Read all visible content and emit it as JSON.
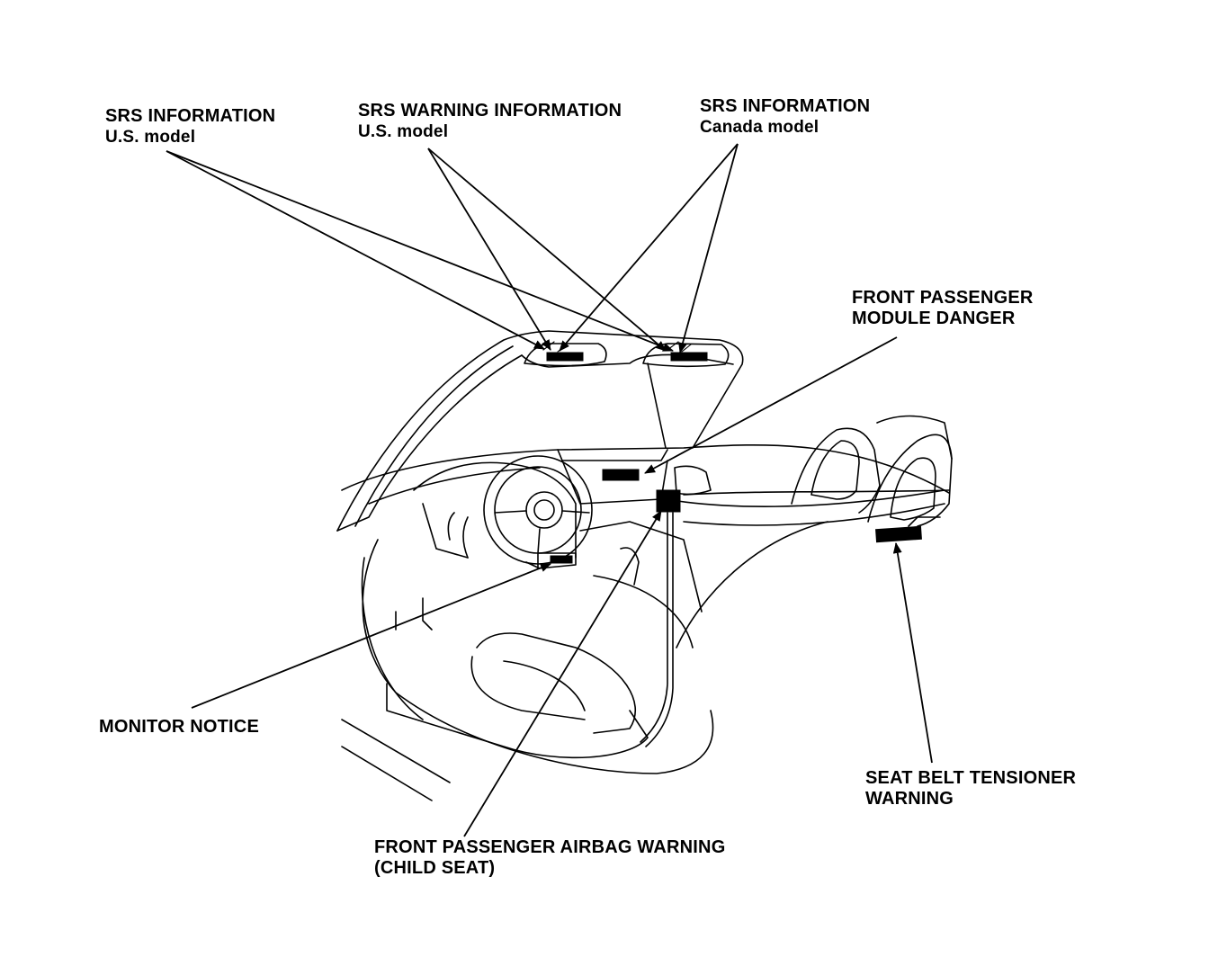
{
  "labels": {
    "srs_info_us": {
      "line1": "SRS INFORMATION",
      "line2": "U.S. model"
    },
    "srs_warning_us": {
      "line1": "SRS WARNING INFORMATION",
      "line2": "U.S. model"
    },
    "srs_info_canada": {
      "line1": "SRS INFORMATION",
      "line2": "Canada model"
    },
    "front_passenger_module": {
      "line1": "FRONT PASSENGER",
      "line2": "MODULE DANGER"
    },
    "monitor_notice": {
      "line1": "MONITOR NOTICE"
    },
    "seat_belt_tensioner": {
      "line1": "SEAT BELT TENSIONER",
      "line2": "WARNING"
    },
    "front_passenger_airbag": {
      "line1": "FRONT PASSENGER AIRBAG WARNING",
      "line2": "(CHILD SEAT)"
    }
  }
}
